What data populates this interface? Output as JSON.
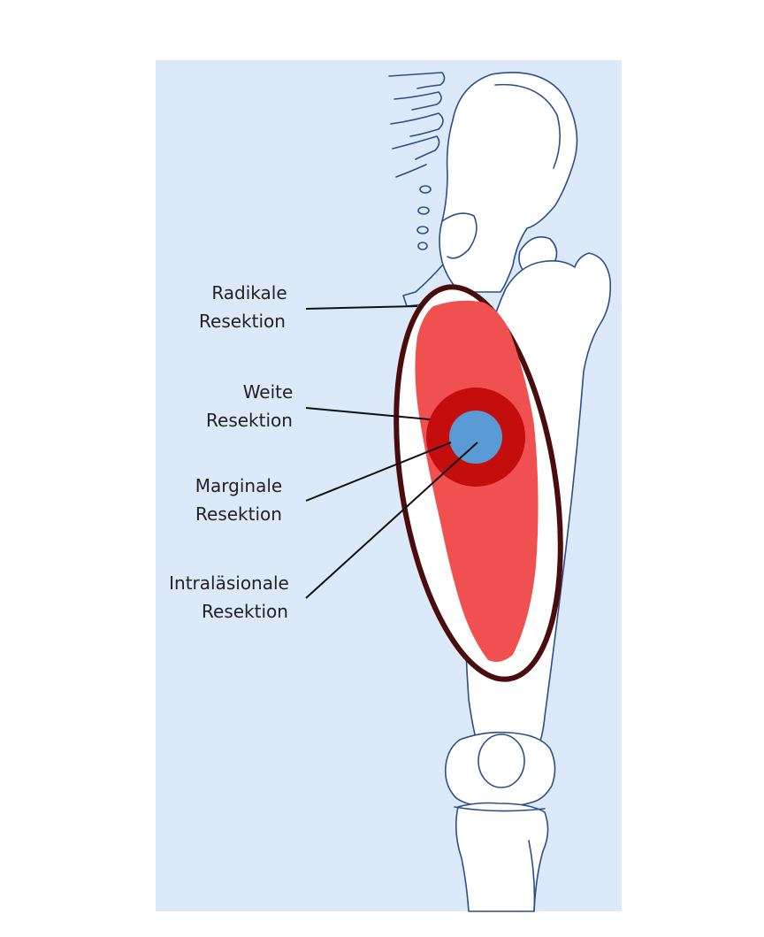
{
  "labels": {
    "radical": {
      "line1": "Radikale",
      "line2": "Resektion"
    },
    "wide": {
      "line1": "Weite",
      "line2": "Resektion"
    },
    "marginal": {
      "line1": "Marginale",
      "line2": "Resektion"
    },
    "intralesional": {
      "line1": "Intraläsionale",
      "line2": "Resektion"
    }
  },
  "colors": {
    "background_panel": "#dce9f8",
    "bone_outline": "#2b4f86",
    "radical_ellipse": "#4a0d0d",
    "muscle": "#f05050",
    "wide_margin": "#c40d0d",
    "tumor": "#5b9bd5",
    "leader_line": "#111111"
  }
}
